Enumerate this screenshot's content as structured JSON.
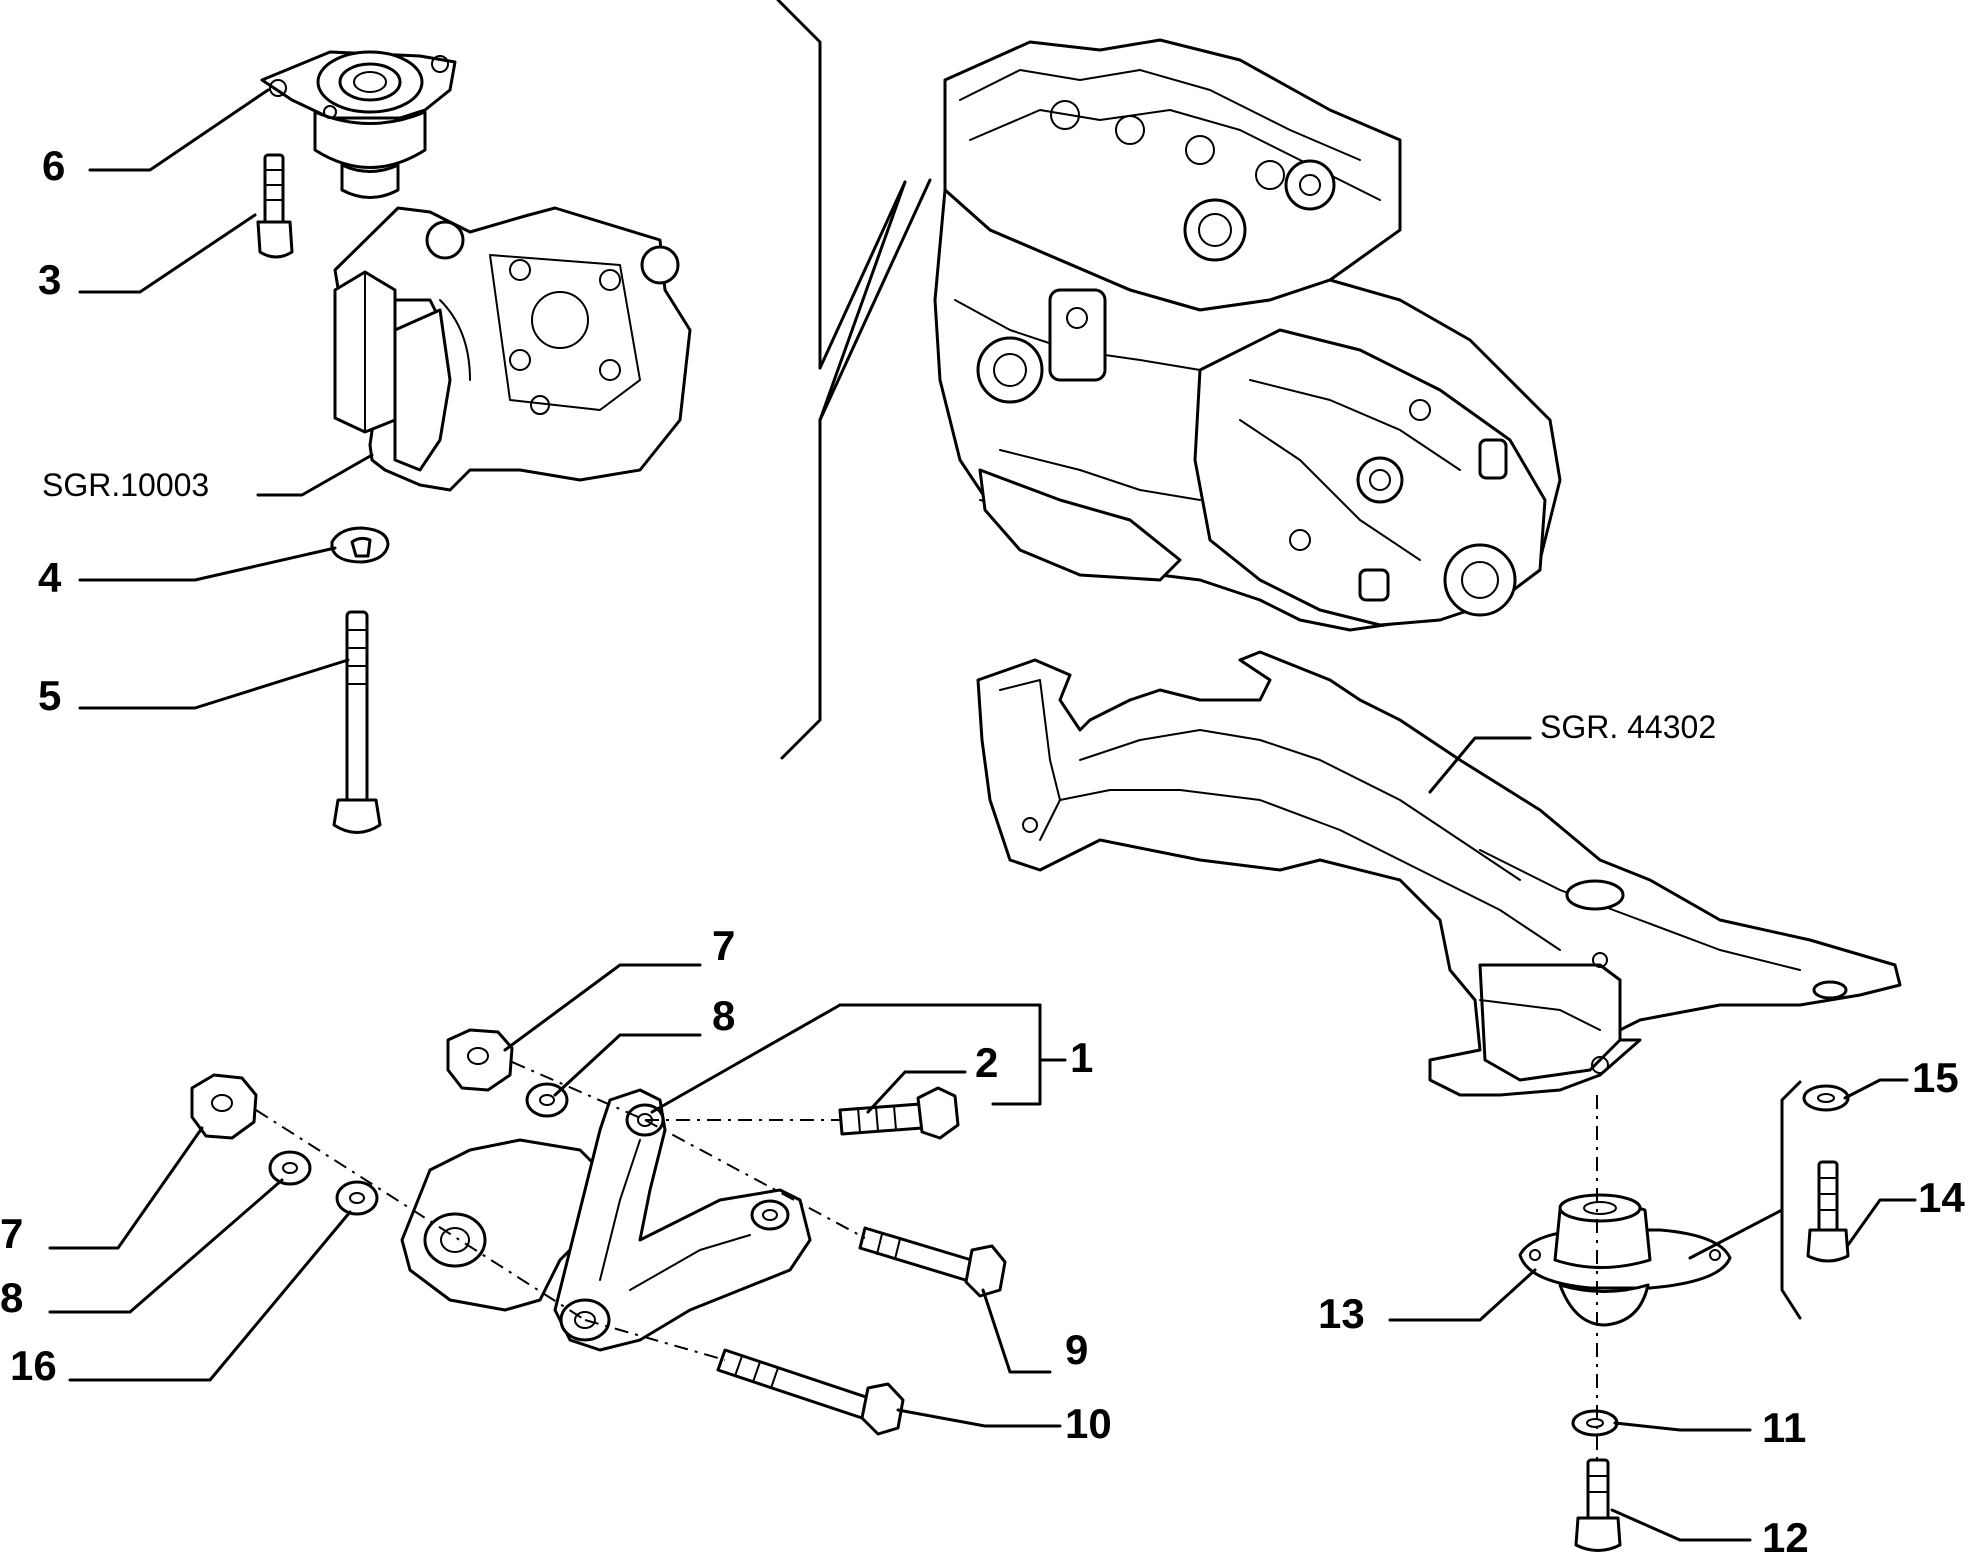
{
  "labels": {
    "c1": "1",
    "c2": "2",
    "c3": "3",
    "c4": "4",
    "c5": "5",
    "c6": "6",
    "c7a": "7",
    "c7b": "7",
    "c8a": "8",
    "c8b": "8",
    "c9": "9",
    "c10": "10",
    "c11": "11",
    "c12": "12",
    "c13": "13",
    "c14": "14",
    "c15": "15",
    "c16": "16"
  },
  "refs": {
    "bracket": "SGR.10003",
    "crossmember": "SGR. 44302"
  }
}
